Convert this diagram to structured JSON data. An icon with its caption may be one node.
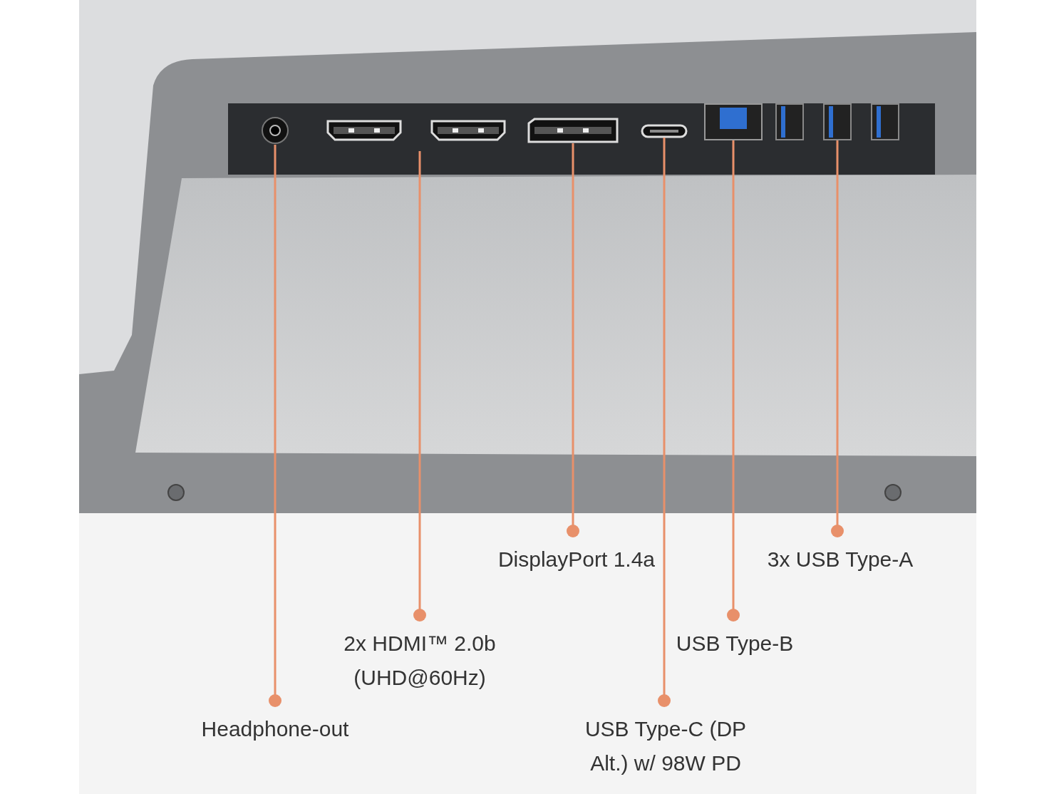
{
  "diagram": {
    "nodes": [
      {
        "text": [],
        "shape": "picture"
      },
      {
        "text": [],
        "shape": "picture"
      },
      {
        "text": [],
        "shape": "picture"
      },
      {
        "text": [],
        "shape": "picture"
      },
      {
        "text": [],
        "shape": "picture"
      },
      {
        "text": [],
        "shape": "picture"
      },
      {
        "text": [],
        "shape": "picture"
      },
      {
        "text": [],
        "shape": "picture"
      },
      {
        "text": [],
        "shape": "picture"
      },
      {
        "text": [
          "DisplayPort 1.4a"
        ]
      },
      {
        "text": [
          "3x USB Type-A"
        ]
      },
      {
        "text": [
          "2x HDMI™ 2.0b (UHD@60Hz)"
        ]
      },
      {
        "text": [
          "USB Type-B"
        ]
      },
      {
        "text": [
          "Headphone-out"
        ]
      },
      {
        "text": [
          "USB Type-C (DP Alt.) w/ 98W PD"
        ]
      }
    ],
    "edges": [
      {
        "from": 13,
        "to": 0,
        "arrow": "other"
      },
      {
        "from": 11,
        "to": null,
        "arrow": "other"
      },
      {
        "from": 9,
        "to": 3,
        "arrow": "other"
      },
      {
        "from": 14,
        "to": 4,
        "arrow": "other"
      },
      {
        "from": 12,
        "to": 5,
        "arrow": "other"
      },
      {
        "from": 10,
        "to": 7,
        "arrow": "other"
      }
    ]
  }
}
